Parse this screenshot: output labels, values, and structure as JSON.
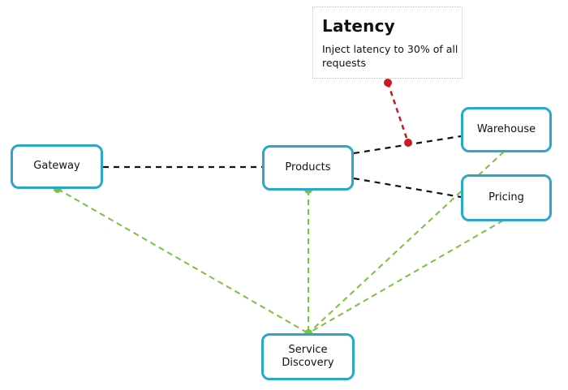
{
  "diagram": {
    "nodes": [
      {
        "id": "gateway",
        "label": "Gateway"
      },
      {
        "id": "products",
        "label": "Products"
      },
      {
        "id": "warehouse",
        "label": "Warehouse"
      },
      {
        "id": "pricing",
        "label": "Pricing"
      },
      {
        "id": "service-discovery",
        "label": "Service Discovery"
      }
    ],
    "edges": [
      {
        "from": "Gateway",
        "to": "Products",
        "style": "black-dashed",
        "type": "request"
      },
      {
        "from": "Products",
        "to": "Warehouse",
        "style": "black-dashed",
        "type": "request"
      },
      {
        "from": "Products",
        "to": "Pricing",
        "style": "black-dashed",
        "type": "request"
      },
      {
        "from": "Gateway",
        "to": "Service Discovery",
        "style": "green-dashed",
        "type": "discovery"
      },
      {
        "from": "Products",
        "to": "Service Discovery",
        "style": "green-dashed",
        "type": "discovery"
      },
      {
        "from": "Warehouse",
        "to": "Service Discovery",
        "style": "green-dashed",
        "type": "discovery"
      },
      {
        "from": "Pricing",
        "to": "Service Discovery",
        "style": "green-dashed",
        "type": "discovery"
      },
      {
        "from": "Latency annotation",
        "to": "Products-Warehouse edge",
        "style": "red-dashed",
        "type": "fault-attachment"
      }
    ],
    "annotation": {
      "title": "Latency",
      "body": "Inject latency to 30% of all requests"
    }
  },
  "colors": {
    "canvas_background": "#ffffff",
    "node_background": "#ffffff",
    "node_border": "#29a8ca",
    "request_edge": "#111111",
    "discovery_edge": "#78c33c",
    "fault_edge": "#ce1626",
    "annotation_border": "#c0c0c0",
    "text": "#111111"
  }
}
